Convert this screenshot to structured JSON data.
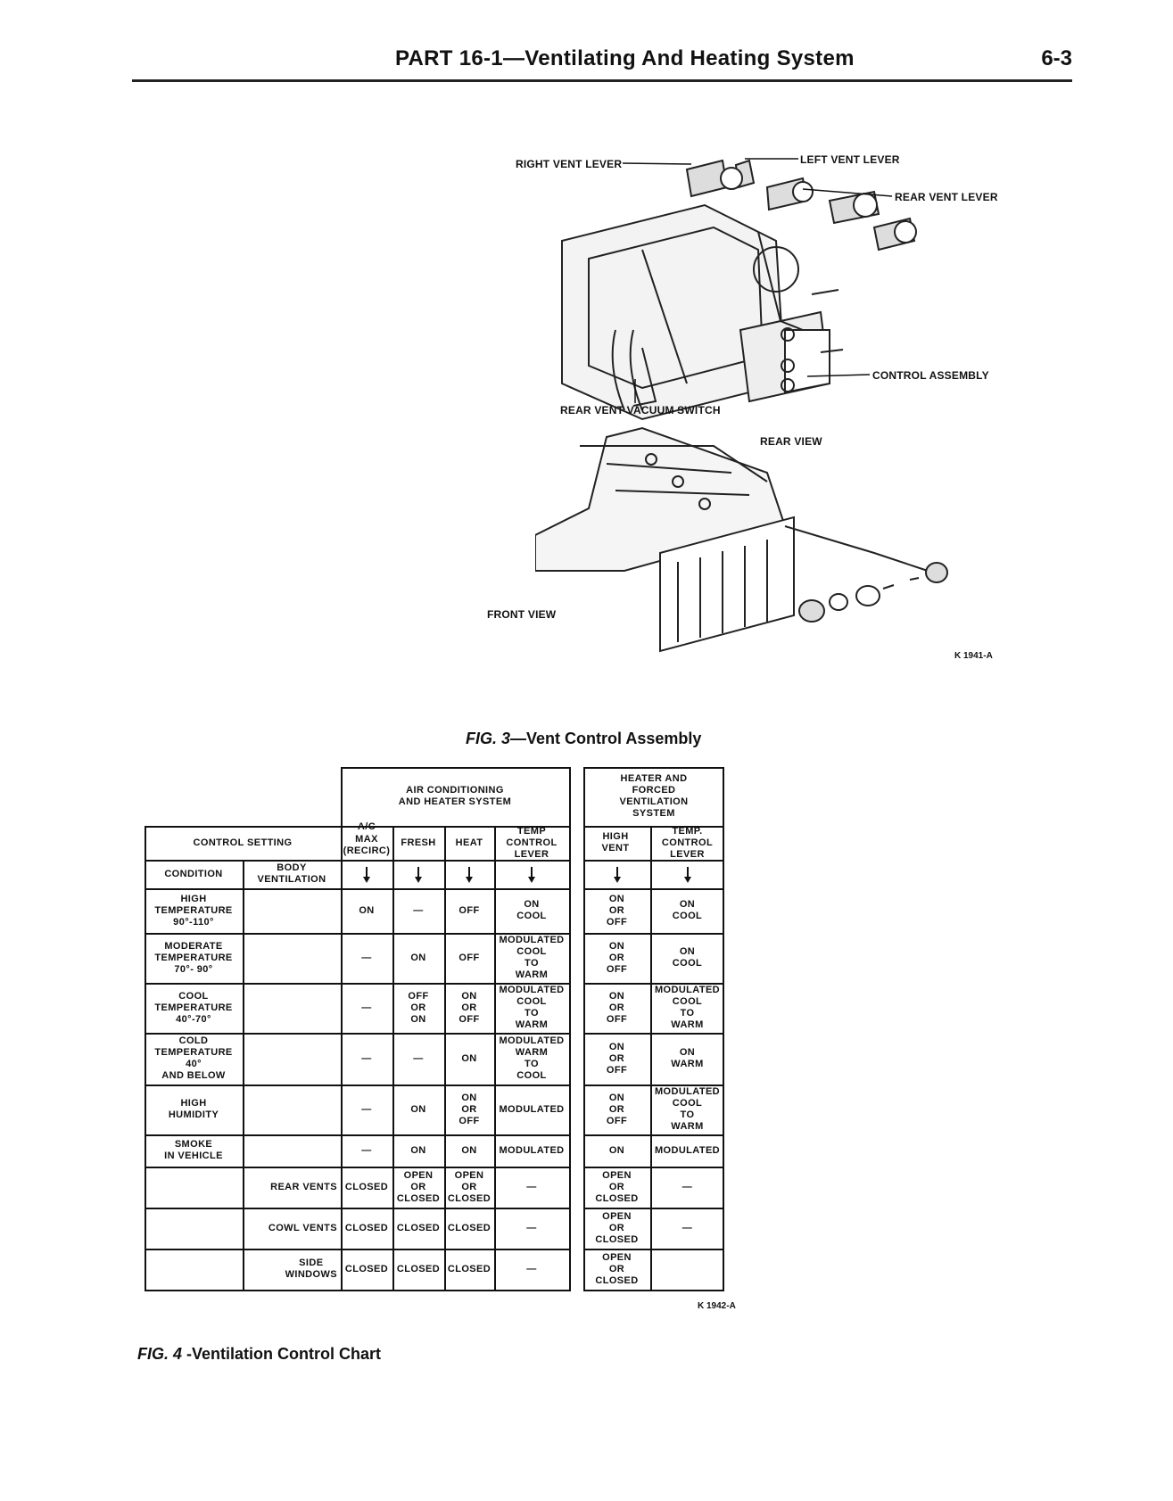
{
  "header": {
    "title": "PART 16-1—Ventilating And Heating System",
    "page_number": "6-3"
  },
  "figure3": {
    "callouts": {
      "right_vent_lever": "RIGHT VENT LEVER",
      "left_vent_lever": "LEFT VENT LEVER",
      "rear_vent_lever": "REAR VENT LEVER",
      "control_assembly": "CONTROL ASSEMBLY",
      "rear_vent_vacuum_switch": "REAR VENT VACUUM SWITCH",
      "rear_view": "REAR VIEW",
      "front_view": "FRONT VIEW"
    },
    "code": "K 1941-A",
    "caption_fig": "FIG. 3",
    "caption_text": "—Vent Control Assembly"
  },
  "chart": {
    "header_ac": "AIR CONDITIONING\nAND HEATER SYSTEM",
    "header_hf": "HEATER AND\nFORCED\nVENTILATION\nSYSTEM",
    "control_setting": "CONTROL SETTING",
    "ac_label": "A/C",
    "col_max": "MAX\n(RECIRC)",
    "col_fresh": "FRESH",
    "col_heat": "HEAT",
    "col_temp": "TEMP\nCONTROL\nLEVER",
    "col_high_vent": "HIGH\nVENT",
    "col_temp2": "TEMP.\nCONTROL\nLEVER",
    "col_condition": "CONDITION",
    "col_body": "BODY\nVENTILATION",
    "rows": [
      {
        "condition": "HIGH\nTEMPERATURE\n90°-110°",
        "body": "",
        "max": "ON",
        "fresh": "—",
        "heat": "OFF",
        "temp": "ON\nCOOL",
        "high_vent": "ON\nOR\nOFF",
        "temp2": "ON\nCOOL"
      },
      {
        "condition": "MODERATE\nTEMPERATURE\n70°- 90°",
        "body": "",
        "max": "—",
        "fresh": "ON",
        "heat": "OFF",
        "temp": "MODULATED\nCOOL\nTO\nWARM",
        "high_vent": "ON\nOR\nOFF",
        "temp2": "ON\nCOOL"
      },
      {
        "condition": "COOL\nTEMPERATURE\n40°-70°",
        "body": "",
        "max": "—",
        "fresh": "OFF\nOR\nON",
        "heat": "ON\nOR\nOFF",
        "temp": "MODULATED\nCOOL\nTO\nWARM",
        "high_vent": "ON\nOR\nOFF",
        "temp2": "MODULATED\nCOOL\nTO\nWARM"
      },
      {
        "condition": "COLD\nTEMPERATURE\n40°\nAND BELOW",
        "body": "",
        "max": "—",
        "fresh": "—",
        "heat": "ON",
        "temp": "MODULATED\nWARM\nTO\nCOOL",
        "high_vent": "ON\nOR\nOFF",
        "temp2": "ON\nWARM"
      },
      {
        "condition": "HIGH\nHUMIDITY",
        "body": "",
        "max": "—",
        "fresh": "ON",
        "heat": "ON\nOR\nOFF",
        "temp": "MODULATED",
        "high_vent": "ON\nOR\nOFF",
        "temp2": "MODULATED\nCOOL\nTO\nWARM"
      },
      {
        "condition": "SMOKE\nIN VEHICLE",
        "body": "",
        "max": "—",
        "fresh": "ON",
        "heat": "ON",
        "temp": "MODULATED",
        "high_vent": "ON",
        "temp2": "MODULATED"
      },
      {
        "condition": "",
        "body": "REAR VENTS",
        "max": "CLOSED",
        "fresh": "OPEN\nOR\nCLOSED",
        "heat": "OPEN\nOR\nCLOSED",
        "temp": "—",
        "high_vent": "OPEN\nOR\nCLOSED",
        "temp2": "—"
      },
      {
        "condition": "",
        "body": "COWL VENTS",
        "max": "CLOSED",
        "fresh": "CLOSED",
        "heat": "CLOSED",
        "temp": "—",
        "high_vent": "OPEN\nOR\nCLOSED",
        "temp2": "—"
      },
      {
        "condition": "",
        "body": "SIDE\nWINDOWS",
        "max": "CLOSED",
        "fresh": "CLOSED",
        "heat": "CLOSED",
        "temp": "—",
        "high_vent": "OPEN\nOR\nCLOSED",
        "temp2": ""
      }
    ],
    "code": "K 1942-A"
  },
  "figure4": {
    "caption_fig": "FIG. 4",
    "caption_text": "-Ventilation Control Chart"
  }
}
